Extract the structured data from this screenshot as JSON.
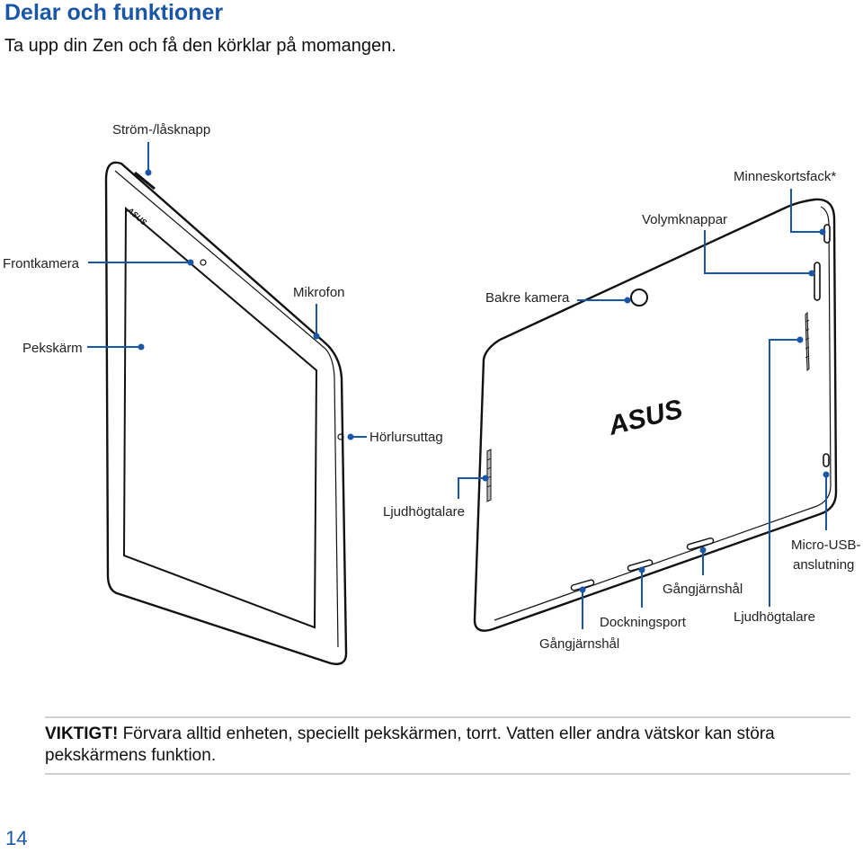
{
  "header": {
    "title": "Delar och funktioner",
    "subtitle": "Ta upp din Zen och få den körklar på momangen."
  },
  "labels": {
    "power": "Ström-/låsknapp",
    "memory_slot": "Minneskortsfack*",
    "volume": "Volymknappar",
    "front_camera": "Frontkamera",
    "microphone": "Mikrofon",
    "rear_camera": "Bakre kamera",
    "touchscreen": "Pekskärm",
    "headphone_jack": "Hörlursuttag",
    "speaker_left": "Ljudhögtalare",
    "micro_usb_line1": "Micro-USB-",
    "micro_usb_line2": "anslutning",
    "hinge_right": "Gångjärnshål",
    "docking_port": "Dockningsport",
    "speaker_right": "Ljudhögtalare",
    "hinge_left": "Gångjärnshål",
    "front_logo": "ASUS",
    "back_logo": "ASUS"
  },
  "notice": {
    "label": "VIKTIGT!",
    "text": "Förvara alltid enheten, speciellt pekskärmen, torrt. Vatten eller andra vätskor kan störa pekskärmens funktion."
  },
  "footer": {
    "page_number": "14"
  },
  "colors": {
    "accent": "#1a56a6"
  }
}
